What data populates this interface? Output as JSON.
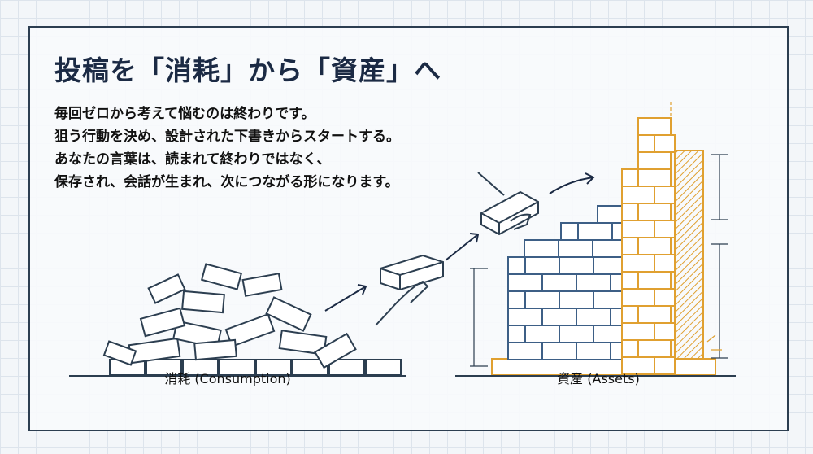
{
  "title": "投稿を「消耗」から「資産」へ",
  "body_lines": [
    "毎回ゼロから考えて悩むのは終わりです。",
    "狙う行動を決め、設計された下書きからスタートする。",
    "あなたの言葉は、読まれて終わりではなく、",
    "保存され、会話が生まれ、次につながる形になります。"
  ],
  "captions": {
    "left": "消耗 (Consumption)",
    "right": "資産 (Assets)"
  },
  "colors": {
    "navy": "#1b2a44",
    "blue_brick": "#3d5f86",
    "orange_brick": "#e0a030"
  }
}
